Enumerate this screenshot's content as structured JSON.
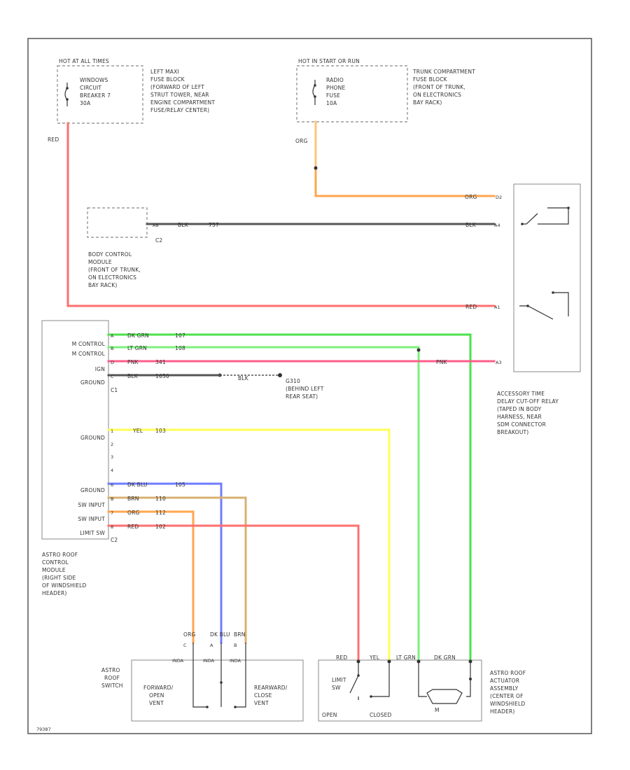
{
  "fuse_hot_all": {
    "header": "HOT AT ALL TIMES",
    "lines": [
      "WINDOWS",
      "CIRCUIT",
      "BREAKER 7",
      "30A"
    ],
    "location": [
      "LEFT MAXI",
      "FUSE BLOCK",
      "(FORWARD OF LEFT",
      "STRUT TOWER, NEAR",
      "ENGINE COMPARTMENT",
      "FUSE/RELAY CENTER)"
    ]
  },
  "fuse_hot_start": {
    "header": "HOT IN START OR RUN",
    "lines": [
      "RADIO",
      "PHONE",
      "FUSE",
      "10A"
    ],
    "location": [
      "TRUNK COMPARTMENT",
      "FUSE BLOCK",
      "(FRONT OF TRUNK,",
      "ON ELECTRONICS",
      "BAY RACK)"
    ]
  },
  "bcm": {
    "connector": "C2",
    "location": [
      "BODY CONTROL",
      "MODULE",
      "(FRONT OF TRUNK,",
      "ON ELECTRONICS",
      "BAY RACK)"
    ]
  },
  "relay": {
    "location": [
      "ACCESSORY TIME",
      "DELAY CUT-OFF RELAY",
      "(TAPED IN BODY",
      "HARNESS, NEAR",
      "SDM CONNECTOR",
      "BREAKOUT)"
    ]
  },
  "module": {
    "labels_c1": [
      "M CONTROL",
      "M CONTROL",
      "IGN",
      "GROUND"
    ],
    "connector_c1": "C1",
    "labels_c2": [
      "GROUND",
      "SW INPUT",
      "SW INPUT",
      "LIMIT SW"
    ],
    "ground_label": "GROUND",
    "connector_c2": "C2",
    "location": [
      "ASTRO ROOF",
      "CONTROL",
      "MODULE",
      "(RIGHT SIDE",
      "OF WINDSHIELD",
      "HEADER)"
    ],
    "pin_numbers": [
      "1",
      "2",
      "3",
      "4"
    ]
  },
  "ground_g": {
    "label": [
      "G310",
      "(BEHIND LEFT",
      "REAR SEAT)"
    ],
    "wire_text": "BLK"
  },
  "switch": {
    "title": [
      "ASTRO",
      "ROOF",
      "SWITCH"
    ],
    "left_text": [
      "FORWARD/",
      "OPEN",
      "VENT"
    ],
    "right_text": [
      "REARWARD/",
      "CLOSE",
      "VENT"
    ],
    "top_labels": [
      "ORG",
      "DK BLU",
      "BRN"
    ],
    "pins": [
      "C",
      "A",
      "B"
    ],
    "conn": [
      "INDA",
      "INDA",
      "INDA"
    ]
  },
  "actuator": {
    "title": [
      "ASTRO ROOF",
      "ACTUATOR",
      "ASSEMBLY",
      "(CENTER OF",
      "WINDSHIELD",
      "HEADER)"
    ],
    "top_labels": [
      "RED",
      "YEL",
      "LT GRN",
      "DK GRN"
    ],
    "limit_sw": [
      "LIMIT",
      "SW"
    ],
    "open": "OPEN",
    "closed": "CLOSED",
    "motor_label": "M"
  },
  "wires": {
    "red_main": "RED",
    "org_fuse": "ORG",
    "org_relay": "ORG",
    "org_relay_pin": "D2",
    "blk_bcm_pin": "A8",
    "blk_bcm": "BLK",
    "blk_bcm_circuit": "757",
    "blk_relay": "BLK",
    "blk_relay_pin": "A4",
    "red_relay": "RED",
    "red_relay_pin": "A1",
    "dkgrn": {
      "pin": "A",
      "color": "DK GRN",
      "circuit": "107"
    },
    "ltgrn": {
      "pin": "B",
      "color": "LT GRN",
      "circuit": "108"
    },
    "pnk": {
      "pin": "D",
      "color": "PNK",
      "circuit": "341",
      "relay_label": "PNK",
      "relay_pin": "A3"
    },
    "blk_gnd": {
      "pin": "C",
      "color": "BLK",
      "circuit": "1650"
    },
    "yel": {
      "pin": "1",
      "color": "YEL",
      "circuit": "103"
    },
    "dkblu": {
      "pin": "6",
      "color": "DK BLU",
      "circuit": "105"
    },
    "brn": {
      "pin": "B",
      "color": "BRN",
      "circuit": "110"
    },
    "orgsw": {
      "pin": "7",
      "color": "ORG",
      "circuit": "112"
    },
    "redlim": {
      "pin": "8",
      "color": "RED",
      "circuit": "102"
    }
  },
  "footer": "79387"
}
